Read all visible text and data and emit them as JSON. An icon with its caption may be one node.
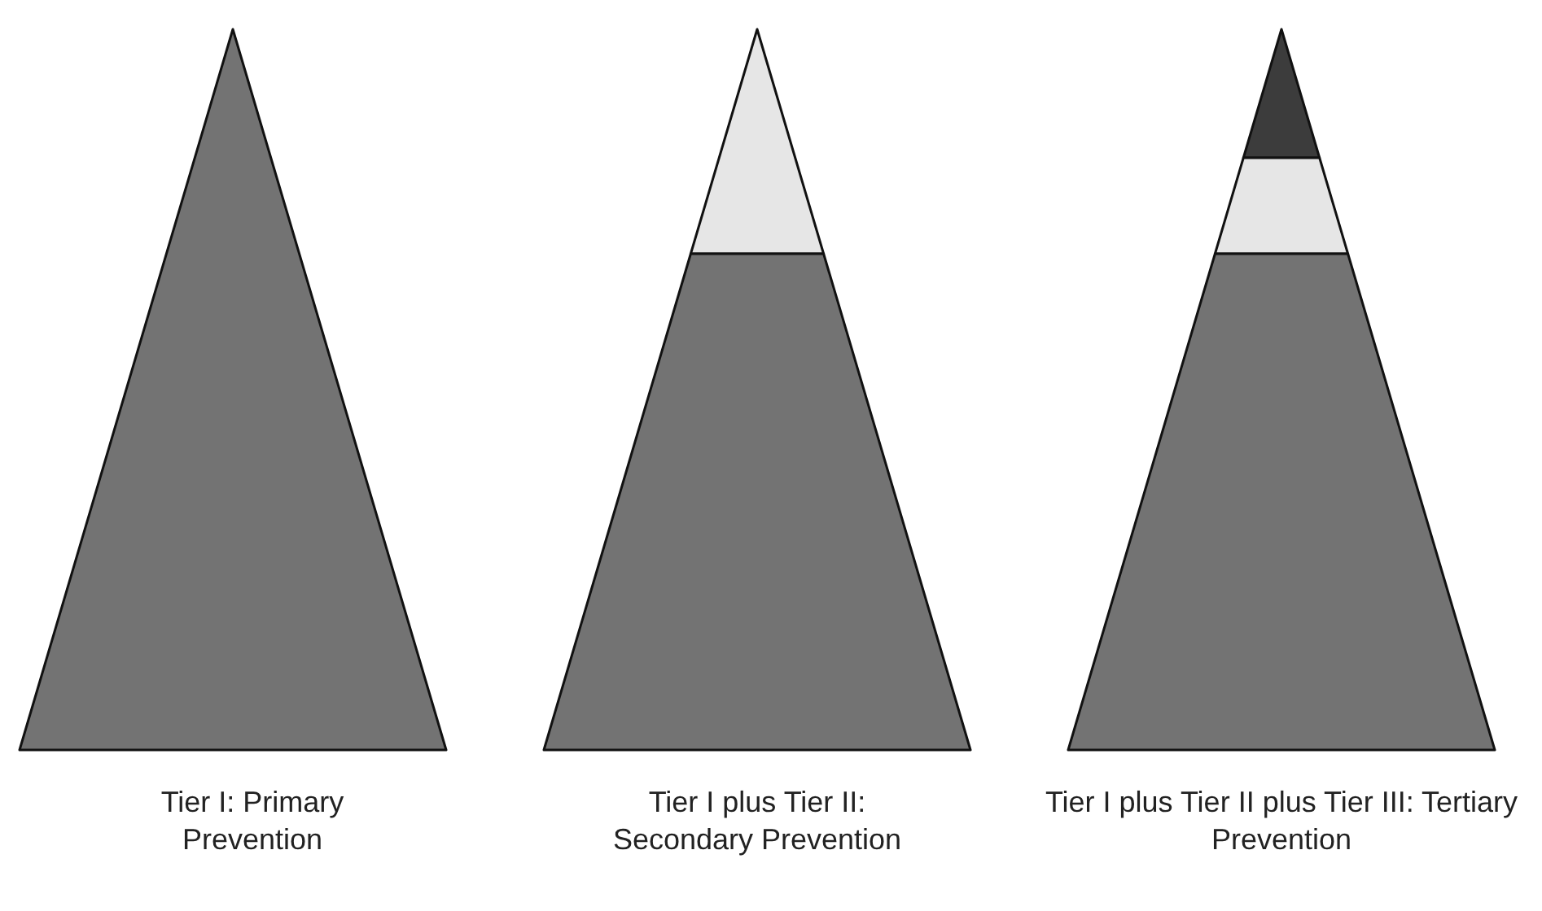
{
  "diagram": {
    "labels": [
      "Tier I: Primary Prevention",
      "Tier I plus Tier II: Secondary Prevention",
      "Tier I plus Tier II plus Tier III: Tertiary Prevention"
    ]
  }
}
